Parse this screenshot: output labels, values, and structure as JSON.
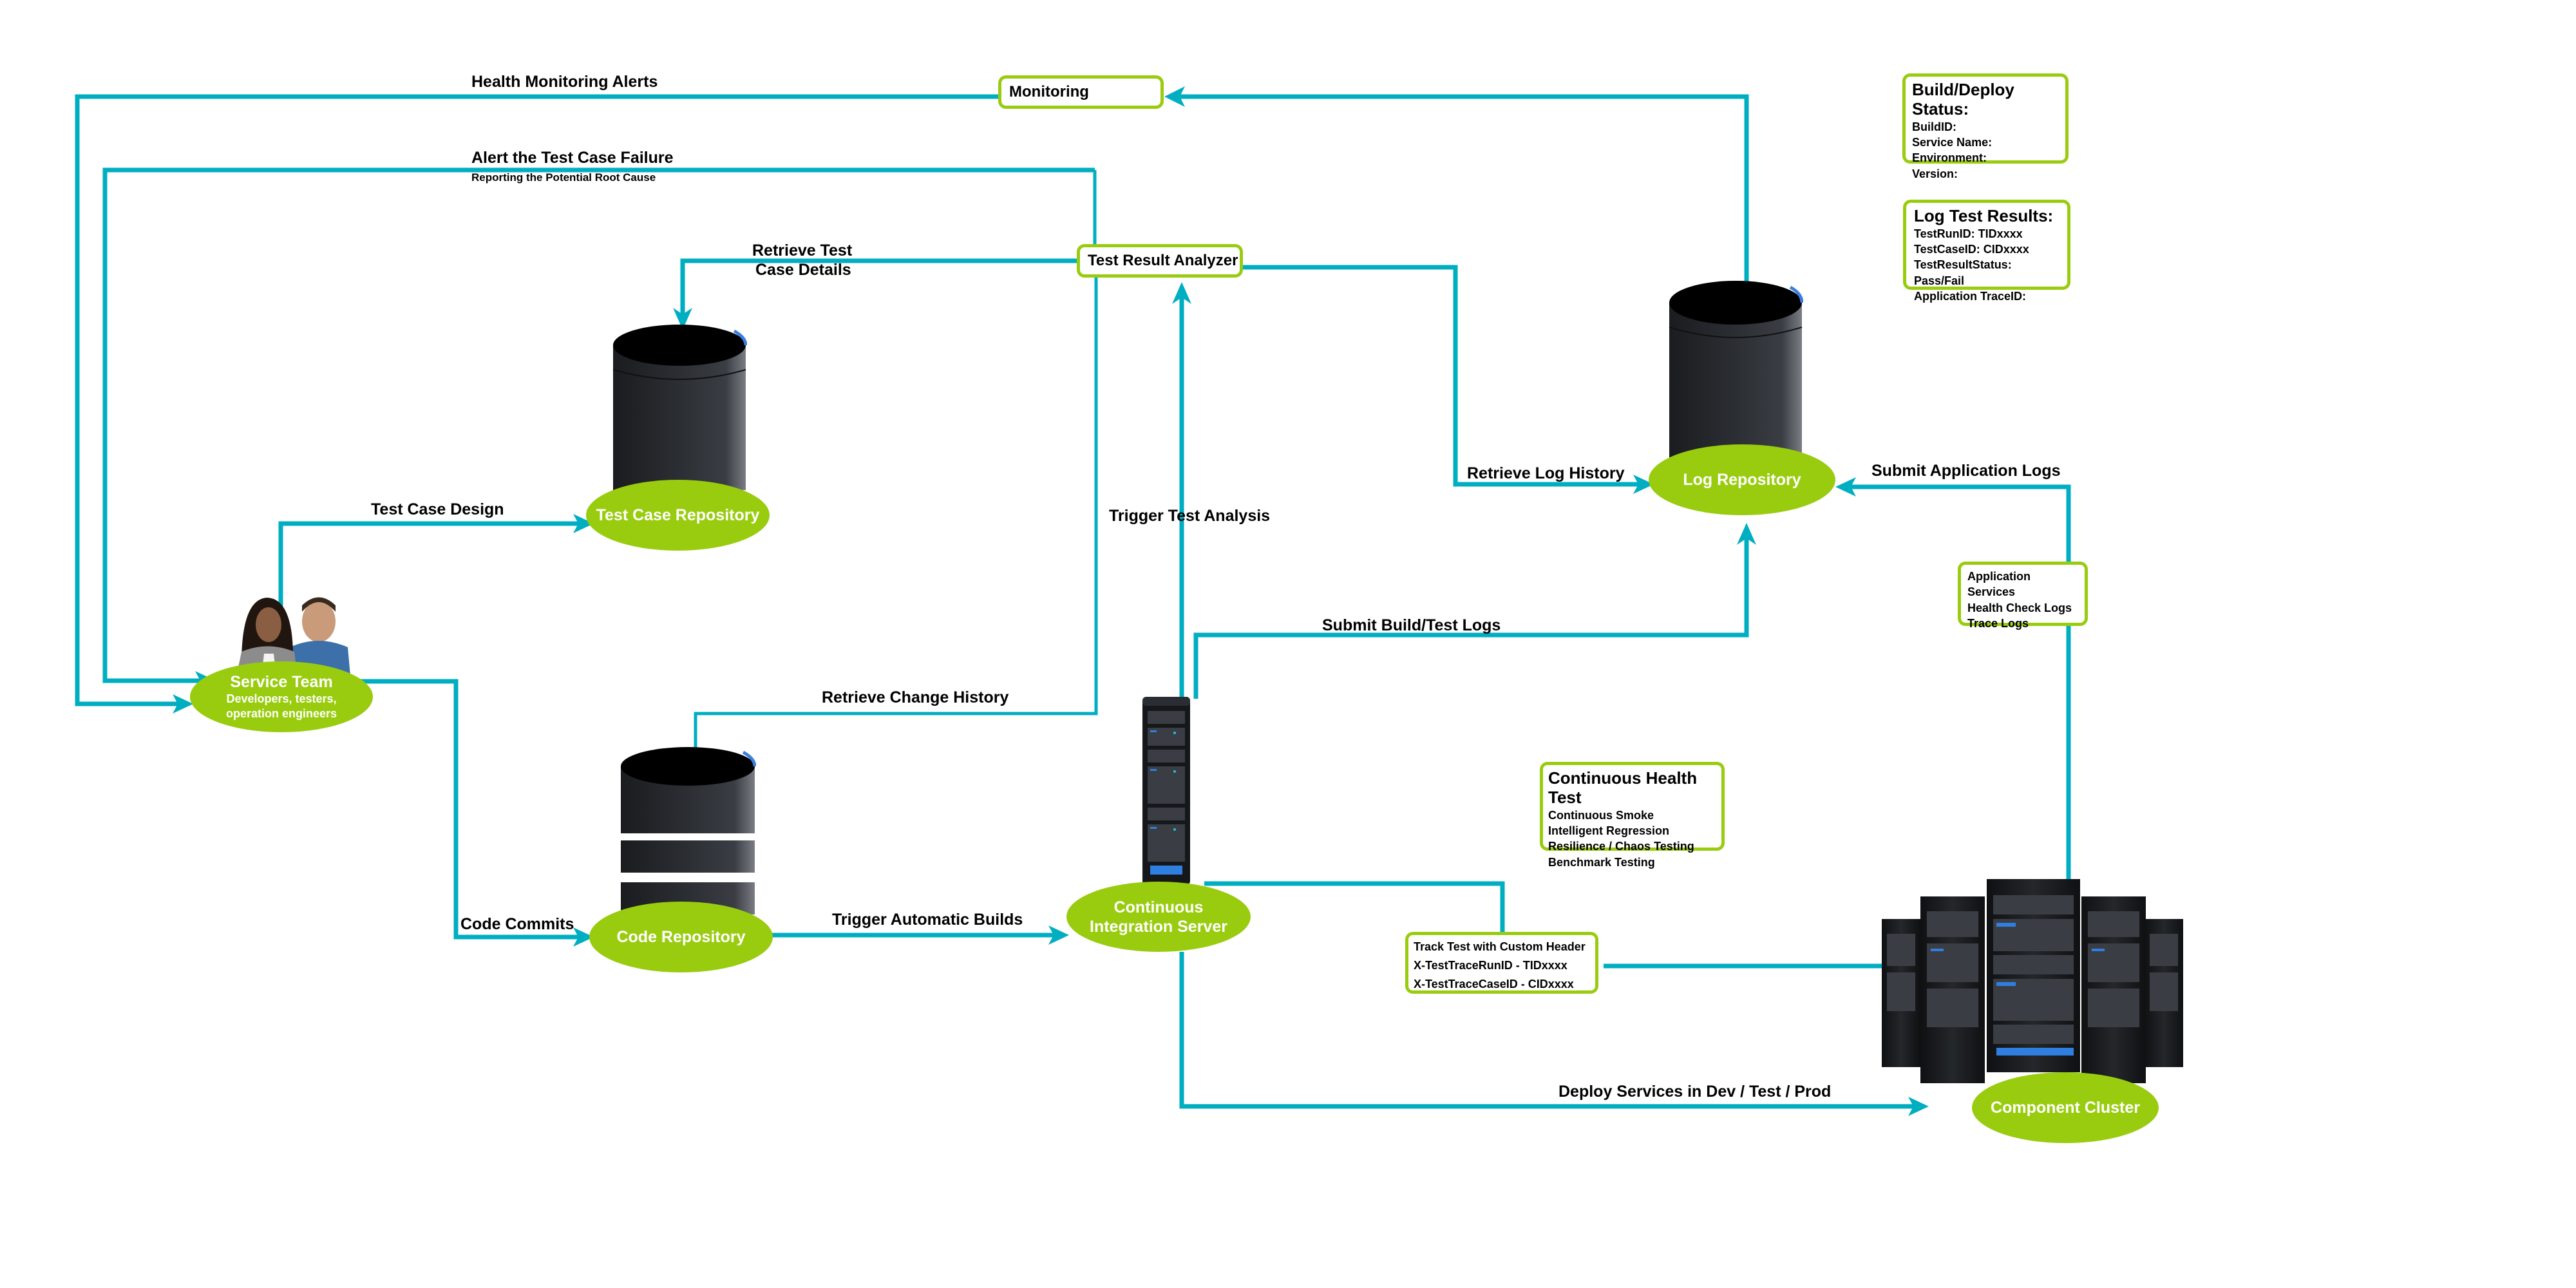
{
  "colors": {
    "connector": "#00aec1",
    "node_fill": "#99cc0f",
    "box_border": "#99cc0f",
    "node_text": "#ffffff",
    "label_text": "#000000"
  },
  "nodes": {
    "service_team": {
      "title": "Service Team",
      "subtitle_1": "Developers, testers,",
      "subtitle_2": "operation engineers"
    },
    "test_case_repository": {
      "title": "Test Case Repository"
    },
    "code_repository": {
      "title": "Code Repository"
    },
    "ci_server": {
      "title_1": "Continuous",
      "title_2": "Integration Server"
    },
    "log_repository": {
      "title": "Log Repository"
    },
    "component_cluster": {
      "title": "Component Cluster"
    },
    "monitoring": {
      "title": "Monitoring"
    },
    "test_result_analyzer": {
      "title": "Test Result Analyzer"
    }
  },
  "panels": {
    "build_deploy_status": {
      "title": "Build/Deploy Status:",
      "lines": [
        "BuildID:",
        "Service Name:",
        "Environment:",
        "Version:"
      ]
    },
    "log_test_results": {
      "title": "Log Test Results:",
      "lines": [
        "TestRunID: TIDxxxx",
        "TestCaseID: CIDxxxx",
        "TestResultStatus: Pass/Fail",
        "Application TraceID:"
      ]
    },
    "continuous_health_test": {
      "title": "Continuous Health Test",
      "lines": [
        "Continuous Smoke",
        "Intelligent Regression",
        "Resilience / Chaos Testing",
        "Benchmark Testing"
      ]
    },
    "track_test_header": {
      "lines": [
        "Track Test with Custom Header",
        "X-TestTraceRunID - TIDxxxx",
        "X-TestTraceCaseID - CIDxxxx"
      ]
    },
    "application_logs": {
      "lines": [
        "Application Services",
        "Health Check Logs",
        "Trace Logs"
      ]
    }
  },
  "edges": {
    "health_monitoring_alerts": "Health Monitoring Alerts",
    "alert_test_case_failure": "Alert the Test Case Failure",
    "reporting_root_cause": "Reporting the Potential Root Cause",
    "retrieve_test_case_details_1": "Retrieve Test",
    "retrieve_test_case_details_2": "Case Details",
    "test_case_design": "Test Case Design",
    "trigger_test_analysis": "Trigger Test Analysis",
    "retrieve_log_history": "Retrieve Log History",
    "submit_application_logs": "Submit Application Logs",
    "submit_build_test_logs": "Submit Build/Test Logs",
    "retrieve_change_history": "Retrieve Change History",
    "code_commits": "Code Commits",
    "trigger_automatic_builds": "Trigger Automatic Builds",
    "deploy_services": "Deploy Services in Dev / Test / Prod"
  }
}
